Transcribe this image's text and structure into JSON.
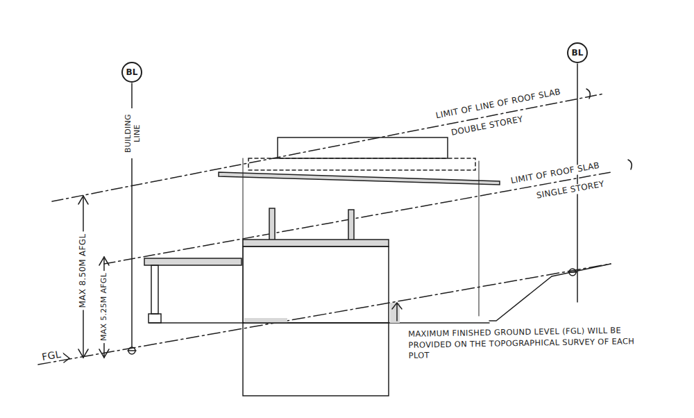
{
  "diagram": {
    "nodes": [
      {
        "text": [
          "BL"
        ]
      },
      {
        "text": [
          "BL"
        ]
      }
    ],
    "labels": [
      "BUILDING LINE",
      "LIMIT OF LINE OF ROOF SLAB",
      "DOUBLE STOREY",
      "LIMIT OF ROOF SLAB",
      "SINGLE STOREY",
      "MAX 8.50M AFGL",
      "MAX 5.25M AFGL",
      "FGL",
      "MAXIMUM FINISHED GROUND LEVEL (FGL) WILL BE PROVIDED ON THE TOPOGRAPHICAL SURVEY OF EACH PLOT"
    ]
  }
}
